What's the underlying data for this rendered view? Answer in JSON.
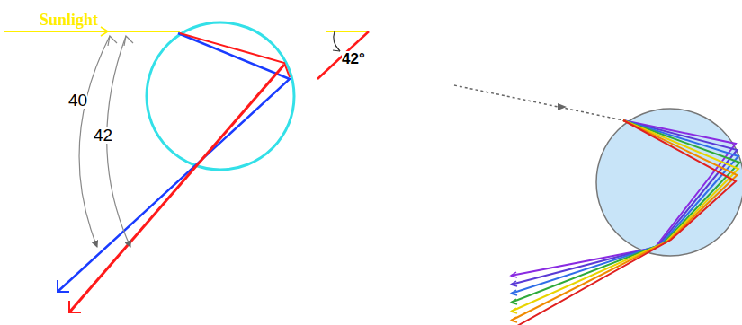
{
  "diagram": {
    "labels": [
      "Sunlight",
      "40",
      "42",
      "42°"
    ]
  }
}
